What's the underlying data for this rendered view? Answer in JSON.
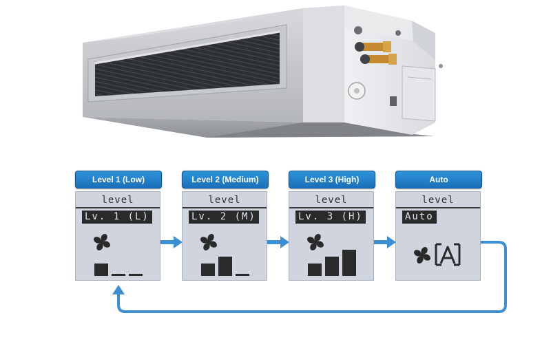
{
  "modes": [
    {
      "badge": "Level 1 (Low)",
      "title": "level",
      "value": "Lv. 1 (L)",
      "icon": "fan-icon",
      "speed_bars_filled": 1
    },
    {
      "badge": "Level 2 (Medium)",
      "title": "level",
      "value": "Lv. 2 (M)",
      "icon": "fan-icon",
      "speed_bars_filled": 2
    },
    {
      "badge": "Level 3 (High)",
      "title": "level",
      "value": "Lv. 3 (H)",
      "icon": "fan-icon",
      "speed_bars_filled": 3
    },
    {
      "badge": "Auto",
      "title": "level",
      "value": "Auto",
      "icon": "fan-auto-icon"
    }
  ],
  "colors": {
    "badge": "#1f78c1",
    "lcd_background": "#cfd4df",
    "lcd_ink": "#2a2a2a",
    "arrow": "#3d8fd2"
  }
}
